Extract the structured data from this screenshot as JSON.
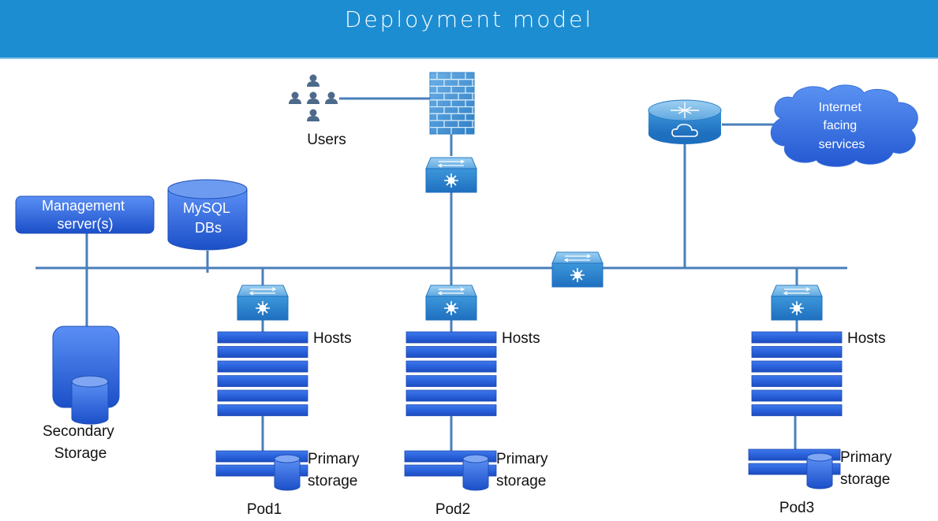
{
  "header": {
    "title": "Deployment model",
    "background": "#1d8dd2"
  },
  "colors": {
    "line": "#4a7fba",
    "node_blue": "#2d6ae0",
    "switch_blue": "#2b8ad0"
  },
  "nodes": {
    "users": {
      "label": "Users",
      "icon": "users-icon"
    },
    "firewall": {
      "icon": "firewall-icon"
    },
    "core_switch_top": {
      "icon": "switch-icon"
    },
    "router": {
      "icon": "router-icon"
    },
    "internet": {
      "label_lines": [
        "Internet",
        "facing",
        "services"
      ],
      "icon": "cloud-icon"
    },
    "management": {
      "label_lines": [
        "Management",
        "server(s)"
      ]
    },
    "mysql": {
      "label_lines": [
        "MySQL",
        "DBs"
      ],
      "icon": "database-icon"
    },
    "secondary_storage": {
      "label_lines": [
        "Secondary",
        "Storage"
      ]
    },
    "backbone_switch": {
      "icon": "switch-icon"
    }
  },
  "pods": [
    {
      "name": "Pod1",
      "hosts_label": "Hosts",
      "storage_label_lines": [
        "Primary",
        "storage"
      ],
      "host_count": 6
    },
    {
      "name": "Pod2",
      "hosts_label": "Hosts",
      "storage_label_lines": [
        "Primary",
        "storage"
      ],
      "host_count": 6
    },
    {
      "name": "Pod3",
      "hosts_label": "Hosts",
      "storage_label_lines": [
        "Primary",
        "storage"
      ],
      "host_count": 6
    }
  ]
}
